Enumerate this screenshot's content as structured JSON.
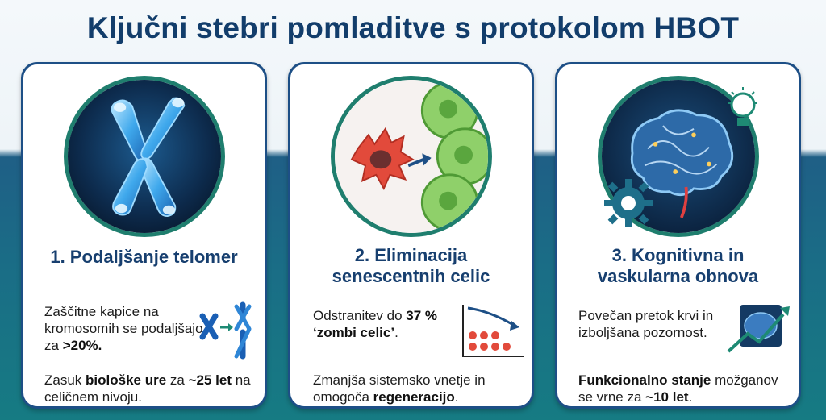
{
  "title": "Ključni stebri pomladitve s protokolom HBOT",
  "cards": [
    {
      "heading": "1. Podaljšanje telomer",
      "p1": {
        "a": "Zaščitne kapice na kromosomih se podaljšajo za ",
        "b": ">20%.",
        "c": ""
      },
      "p2": {
        "a": "Zasuk ",
        "b": "biološke ure",
        "c": " za ",
        "d": "~25 let",
        "e": " na celičnem nivoju."
      }
    },
    {
      "heading_l1": "2. Eliminacija",
      "heading_l2": "senescentnih celic",
      "p1": {
        "a": "Odstranitev do ",
        "b": "37 %",
        "c": " ",
        "d": "‘zombi celic’",
        "e": "."
      },
      "p2": {
        "a": "Zmanjša sistemsko vnetje in omogoča ",
        "b": "regeneracijo",
        "c": "."
      }
    },
    {
      "heading_l1": "3. Kognitivna in",
      "heading_l2": "vaskularna obnova",
      "p1": {
        "a": "Povečan pretok krvi in izboljšana pozornost."
      },
      "p2": {
        "a": "Funkcionalno stanje",
        "b": " možganov se vrne za ",
        "c": "~10 let",
        "d": "."
      }
    }
  ],
  "colors": {
    "title": "#123d6b",
    "card_border": "#1d4f86",
    "circle_ring": "#1f7e6e",
    "accent_blue": "#1a5fb4",
    "accent_teal": "#1e8a74",
    "cell_red": "#d9433a",
    "cell_green": "#7fc55a"
  },
  "icons": [
    "chromosome-icon",
    "senescent-cell-icon",
    "brain-icon",
    "lightbulb-icon",
    "gear-icon",
    "chromosome-lengthening-icon",
    "decline-chart-icon",
    "brain-growth-chart-icon"
  ]
}
